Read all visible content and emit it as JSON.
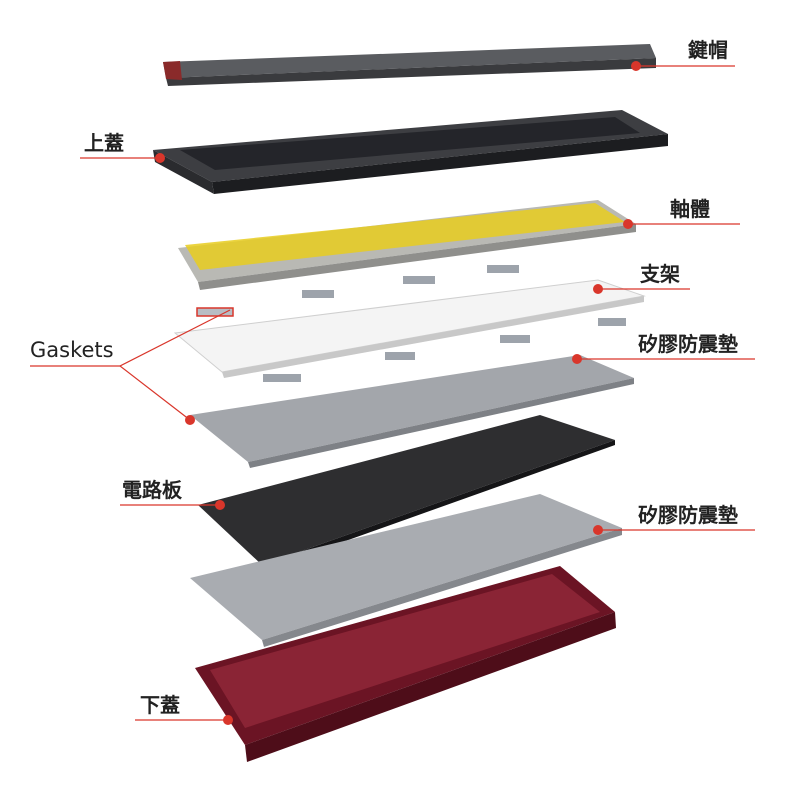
{
  "title": "Keyboard exploded view",
  "labels": {
    "keycaps": "鍵帽",
    "top_case": "上蓋",
    "switches": "軸體",
    "plate": "支架",
    "gaskets": "Gaskets",
    "silicone_pad_upper": "矽膠防震墊",
    "pcb": "電路板",
    "silicone_pad_lower": "矽膠防震墊",
    "bottom_case": "下蓋"
  },
  "colors": {
    "leader_line": "#d9362b",
    "keycaps": "#4a4c50",
    "top_case": "#3a3b3e",
    "switch_yellow": "#e8cc1e",
    "plate": "#f2f2f2",
    "foam": "#9a9da2",
    "pcb": "#2e2e30",
    "bottom_case": "#7a1b2c"
  }
}
